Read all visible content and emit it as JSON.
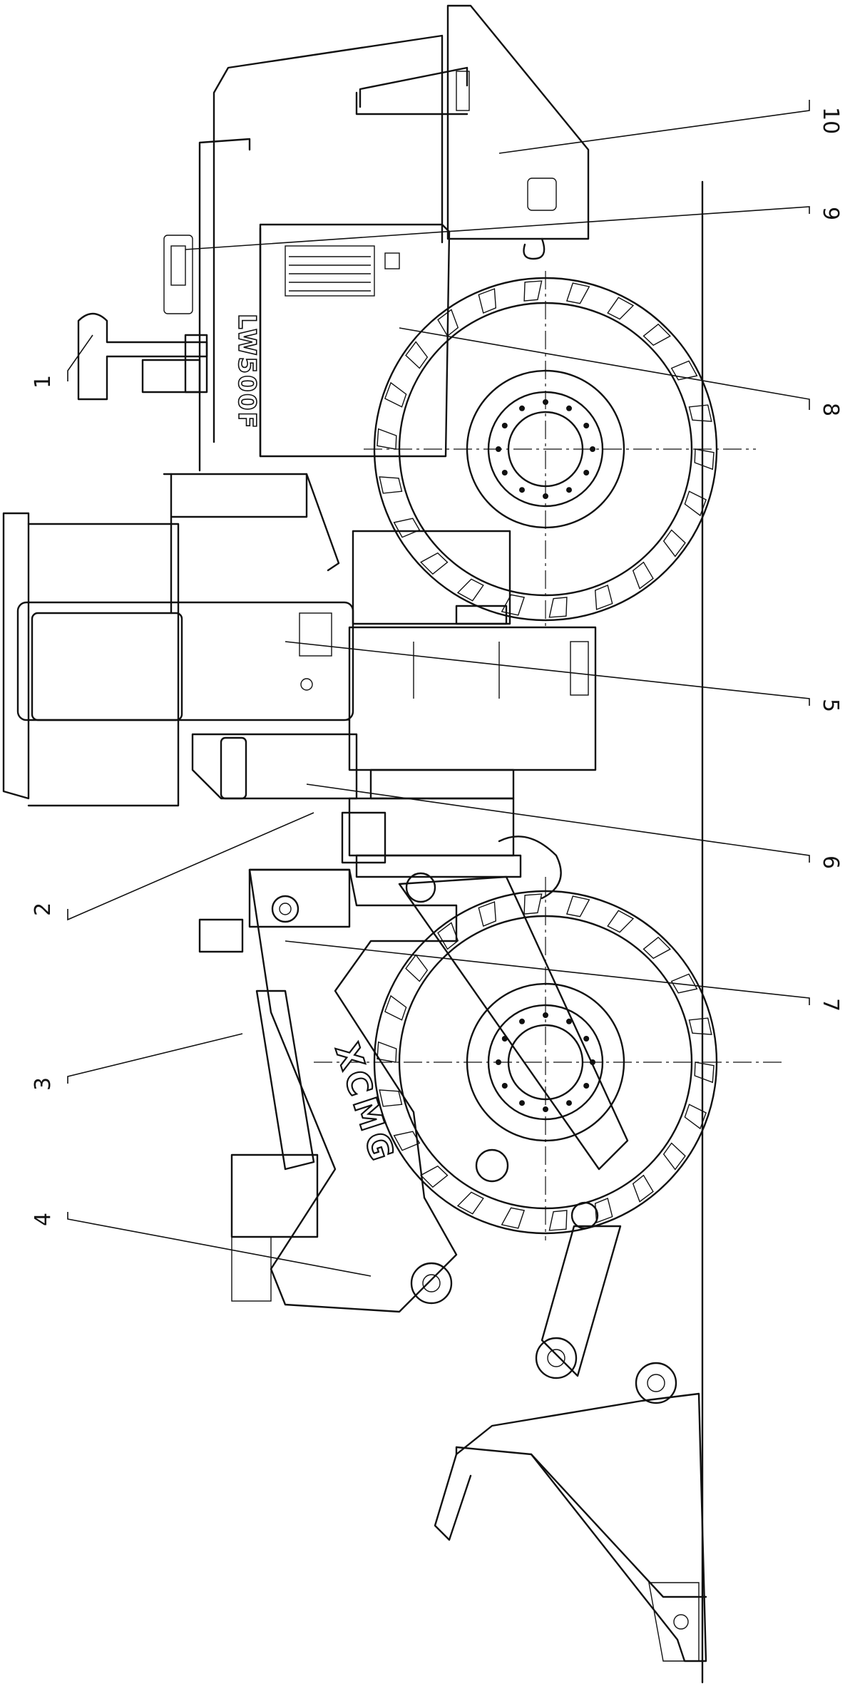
{
  "drawing": {
    "brand_text": "XCMG",
    "model_text": "LW500F",
    "callouts": [
      {
        "id": "1",
        "label": "1"
      },
      {
        "id": "2",
        "label": "2"
      },
      {
        "id": "3",
        "label": "3"
      },
      {
        "id": "4",
        "label": "4"
      },
      {
        "id": "5",
        "label": "5"
      },
      {
        "id": "6",
        "label": "6"
      },
      {
        "id": "7",
        "label": "7"
      },
      {
        "id": "8",
        "label": "8"
      },
      {
        "id": "9",
        "label": "9"
      },
      {
        "id": "10",
        "label": "10"
      }
    ]
  }
}
